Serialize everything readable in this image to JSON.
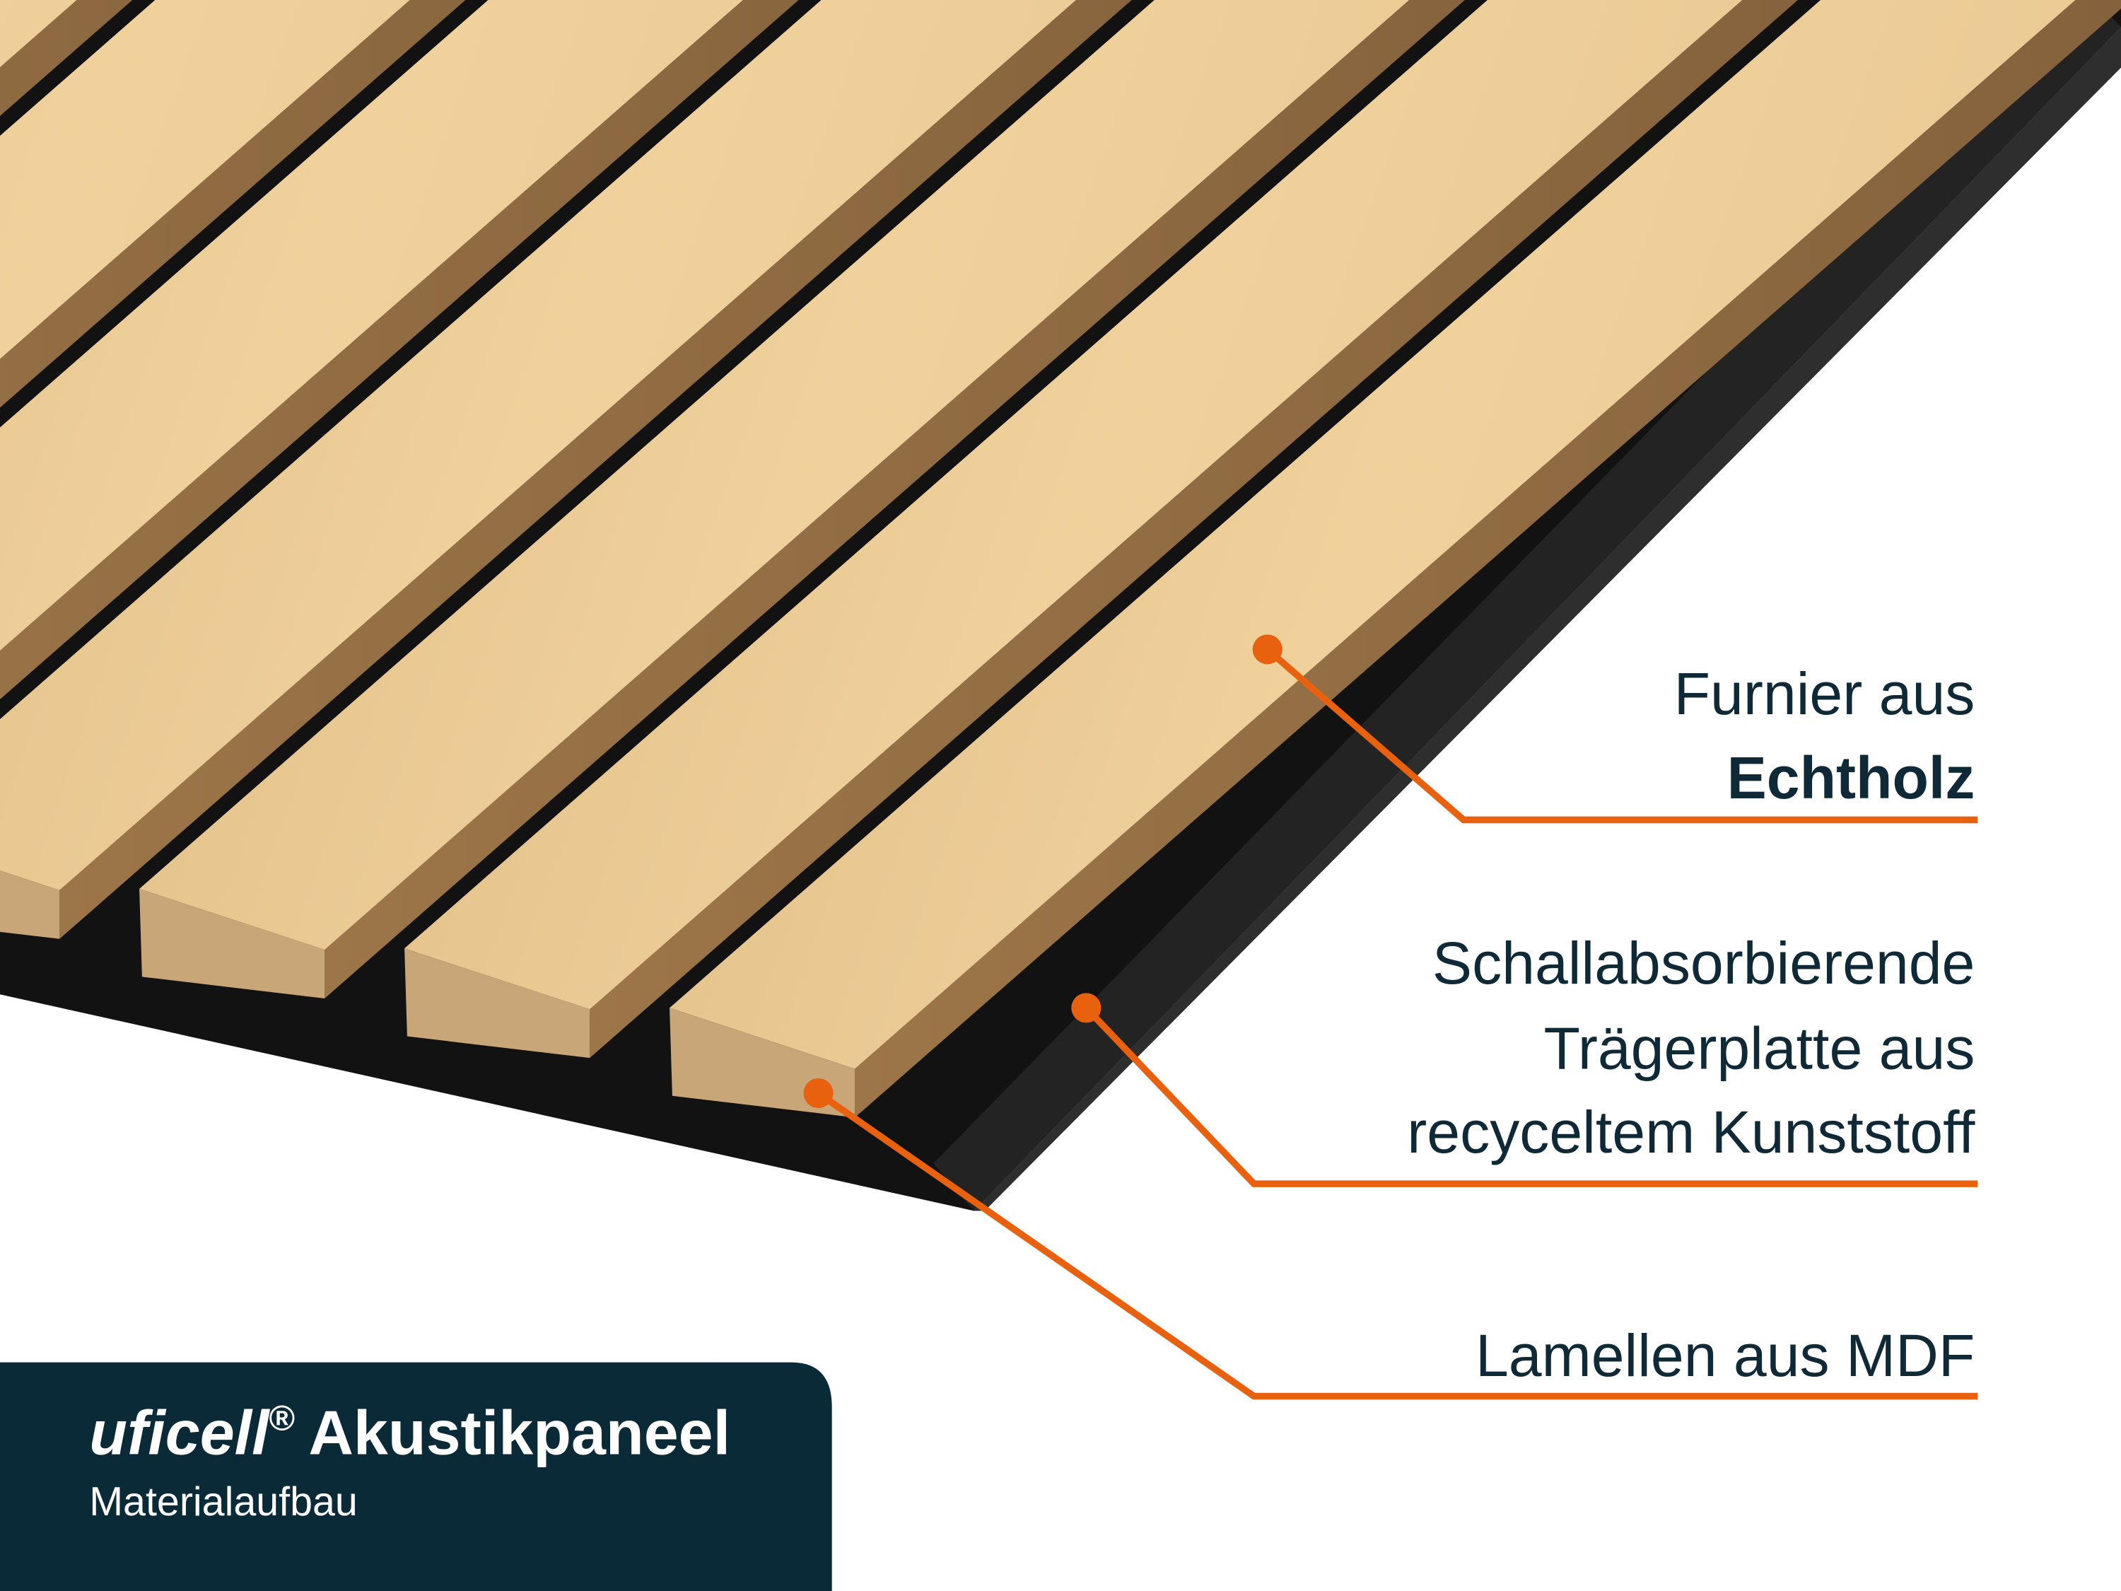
{
  "callouts": [
    {
      "lines": [
        "Furnier aus"
      ],
      "bold_line": "Echtholz"
    },
    {
      "lines": [
        "Schallabsorbierende",
        "Trägerplatte aus",
        "recyceltem Kunststoff"
      ]
    },
    {
      "lines": [
        "Lamellen aus MDF"
      ]
    }
  ],
  "title_box": {
    "brand": "uficell",
    "registered": "®",
    "product": "Akustikpaneel",
    "subtitle": "Materialaufbau"
  },
  "colors": {
    "accent": "#e8610f",
    "navy": "#0b2a38",
    "text": "#0f2a36",
    "wood_light": "#e9c68e",
    "wood_dark": "#8a6641",
    "board": "#121212"
  }
}
